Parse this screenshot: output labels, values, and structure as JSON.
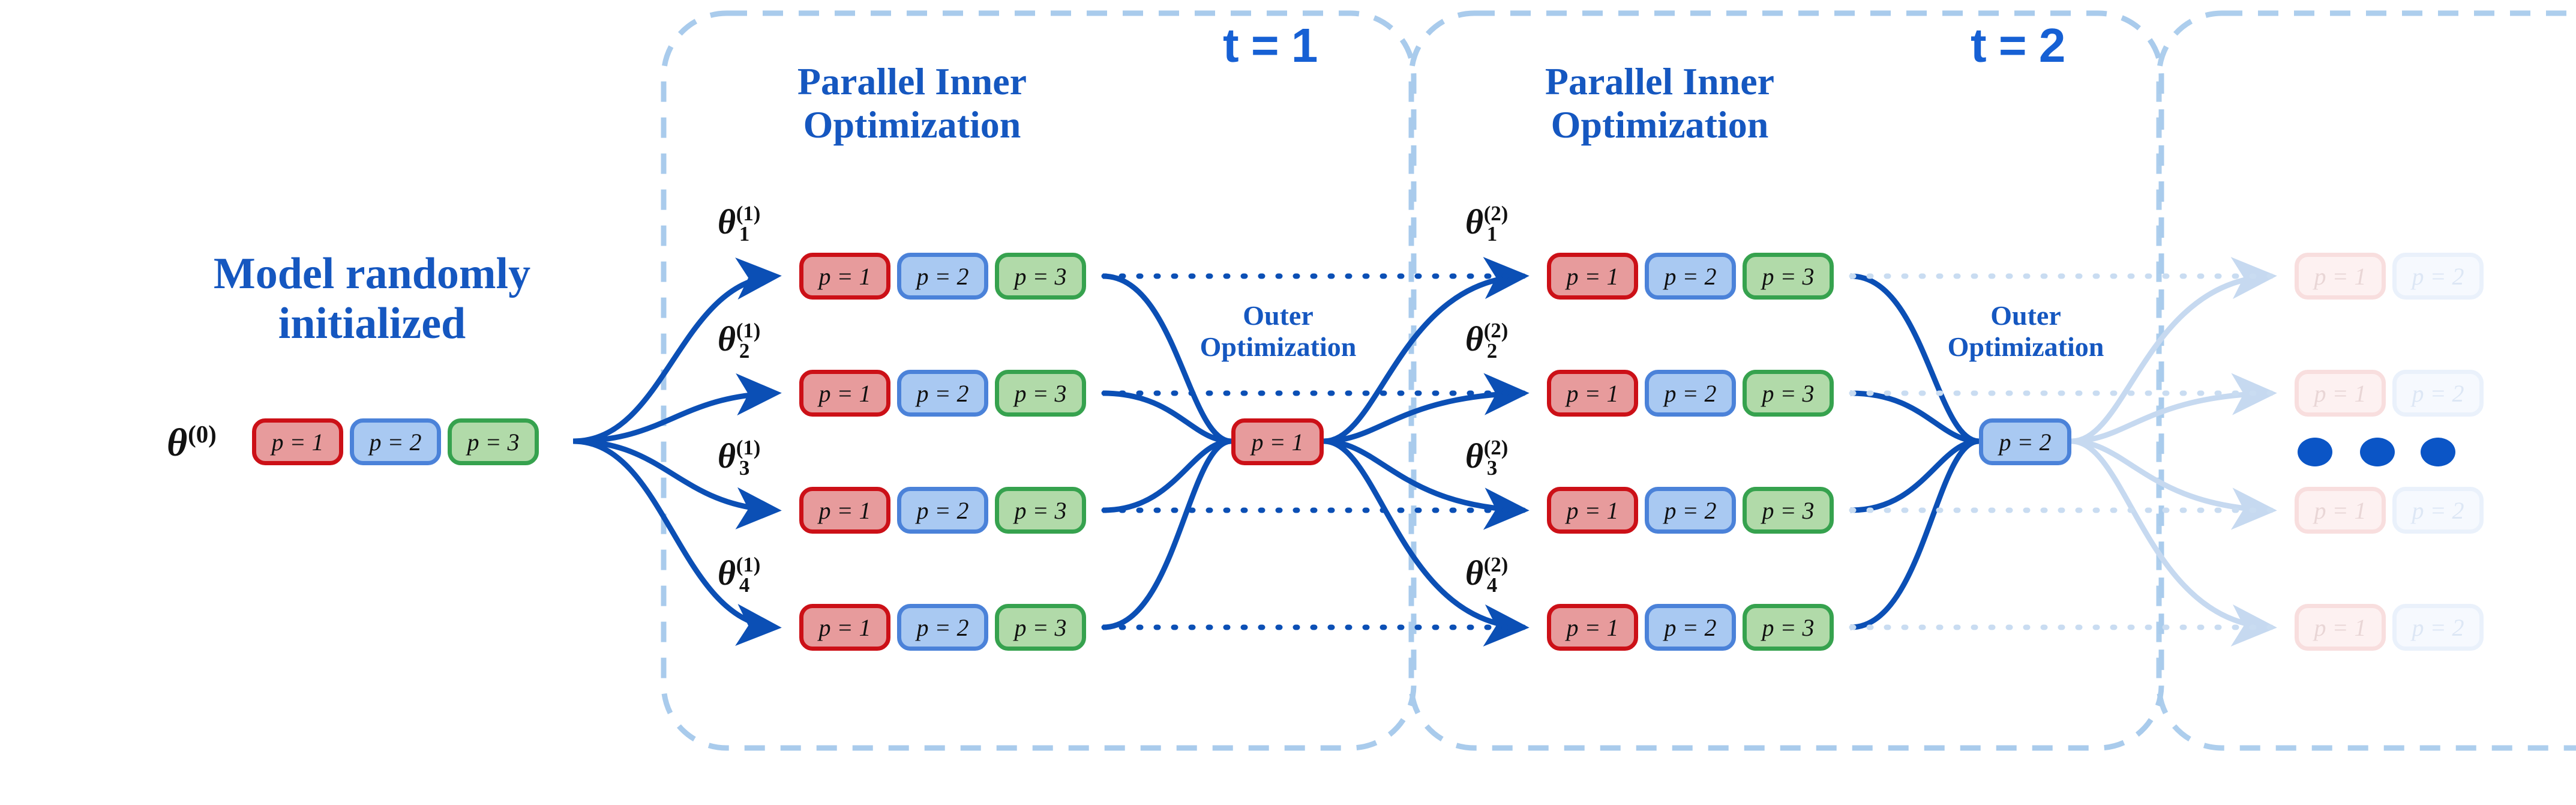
{
  "diagram": {
    "title_left": {
      "line1": "Model randomly",
      "line2": "initialized"
    },
    "theta_initial": {
      "base": "θ",
      "sup": "(0)"
    },
    "block_labels": {
      "p1": "p = 1",
      "p2": "p = 2",
      "p3": "p = 3"
    },
    "colors": {
      "accent_blue": "#1557c0",
      "arrow_blue": "#0b4fb5",
      "dashed_container": "#a9cbec",
      "red_fill": "#e79b9c",
      "red_border": "#cc1017",
      "blue_fill": "#a9c9f2",
      "blue_border": "#4b82d9",
      "green_fill": "#b1daa9",
      "green_border": "#36a24e",
      "dot_blue": "#0b55c6"
    },
    "stages": [
      {
        "id": "t1",
        "step_label": "t = 1",
        "inner_heading": {
          "line1": "Parallel Inner",
          "line2": "Optimization"
        },
        "outer_heading": {
          "line1": "Outer",
          "line2": "Optimization"
        },
        "outer_result": {
          "label": "p = 1",
          "color": "red"
        },
        "workers": [
          {
            "theta": {
              "base": "θ",
              "sup": "(1)",
              "sub": "1"
            },
            "blocks": [
              "p = 1",
              "p = 2",
              "p = 3"
            ]
          },
          {
            "theta": {
              "base": "θ",
              "sup": "(1)",
              "sub": "2"
            },
            "blocks": [
              "p = 1",
              "p = 2",
              "p = 3"
            ]
          },
          {
            "theta": {
              "base": "θ",
              "sup": "(1)",
              "sub": "3"
            },
            "blocks": [
              "p = 1",
              "p = 2",
              "p = 3"
            ]
          },
          {
            "theta": {
              "base": "θ",
              "sup": "(1)",
              "sub": "4"
            },
            "blocks": [
              "p = 1",
              "p = 2",
              "p = 3"
            ]
          }
        ]
      },
      {
        "id": "t2",
        "step_label": "t = 2",
        "inner_heading": {
          "line1": "Parallel Inner",
          "line2": "Optimization"
        },
        "outer_heading": {
          "line1": "Outer",
          "line2": "Optimization"
        },
        "outer_result": {
          "label": "p = 2",
          "color": "blue"
        },
        "workers": [
          {
            "theta": {
              "base": "θ",
              "sup": "(2)",
              "sub": "1"
            },
            "blocks": [
              "p = 1",
              "p = 2",
              "p = 3"
            ]
          },
          {
            "theta": {
              "base": "θ",
              "sup": "(2)",
              "sub": "2"
            },
            "blocks": [
              "p = 1",
              "p = 2",
              "p = 3"
            ]
          },
          {
            "theta": {
              "base": "θ",
              "sup": "(2)",
              "sub": "3"
            },
            "blocks": [
              "p = 1",
              "p = 2",
              "p = 3"
            ]
          },
          {
            "theta": {
              "base": "θ",
              "sup": "(2)",
              "sub": "4"
            },
            "blocks": [
              "p = 1",
              "p = 2",
              "p = 3"
            ]
          }
        ]
      }
    ],
    "continuation": {
      "ghost_rows": 4,
      "ghost_blocks": [
        "p = 1",
        "p = 2"
      ],
      "ellipsis_dots": 3
    }
  }
}
